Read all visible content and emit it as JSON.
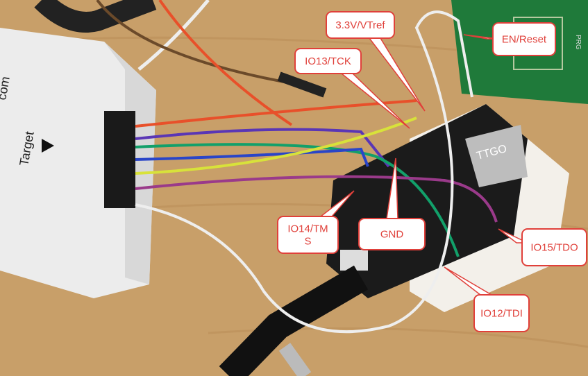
{
  "device": {
    "label": "Target",
    "partial_label": "com"
  },
  "board": {
    "module_label": "TTGO",
    "pcb_label": "PRG"
  },
  "callouts": [
    {
      "id": "vtref",
      "lines": [
        "3.3V/VTref"
      ]
    },
    {
      "id": "en",
      "lines": [
        "EN/Reset"
      ]
    },
    {
      "id": "tck",
      "lines": [
        "IO13/TCK"
      ]
    },
    {
      "id": "tms",
      "lines": [
        "IO14/TM",
        "S"
      ]
    },
    {
      "id": "gnd",
      "lines": [
        "GND"
      ]
    },
    {
      "id": "tdo",
      "lines": [
        "IO15/TDO"
      ]
    },
    {
      "id": "tdi",
      "lines": [
        "IO12/TDI"
      ]
    }
  ],
  "colors": {
    "callout_border": "#e0403a",
    "callout_text": "#e0403a",
    "wood": "#c89f69",
    "pcb": "#1f7a3a"
  }
}
